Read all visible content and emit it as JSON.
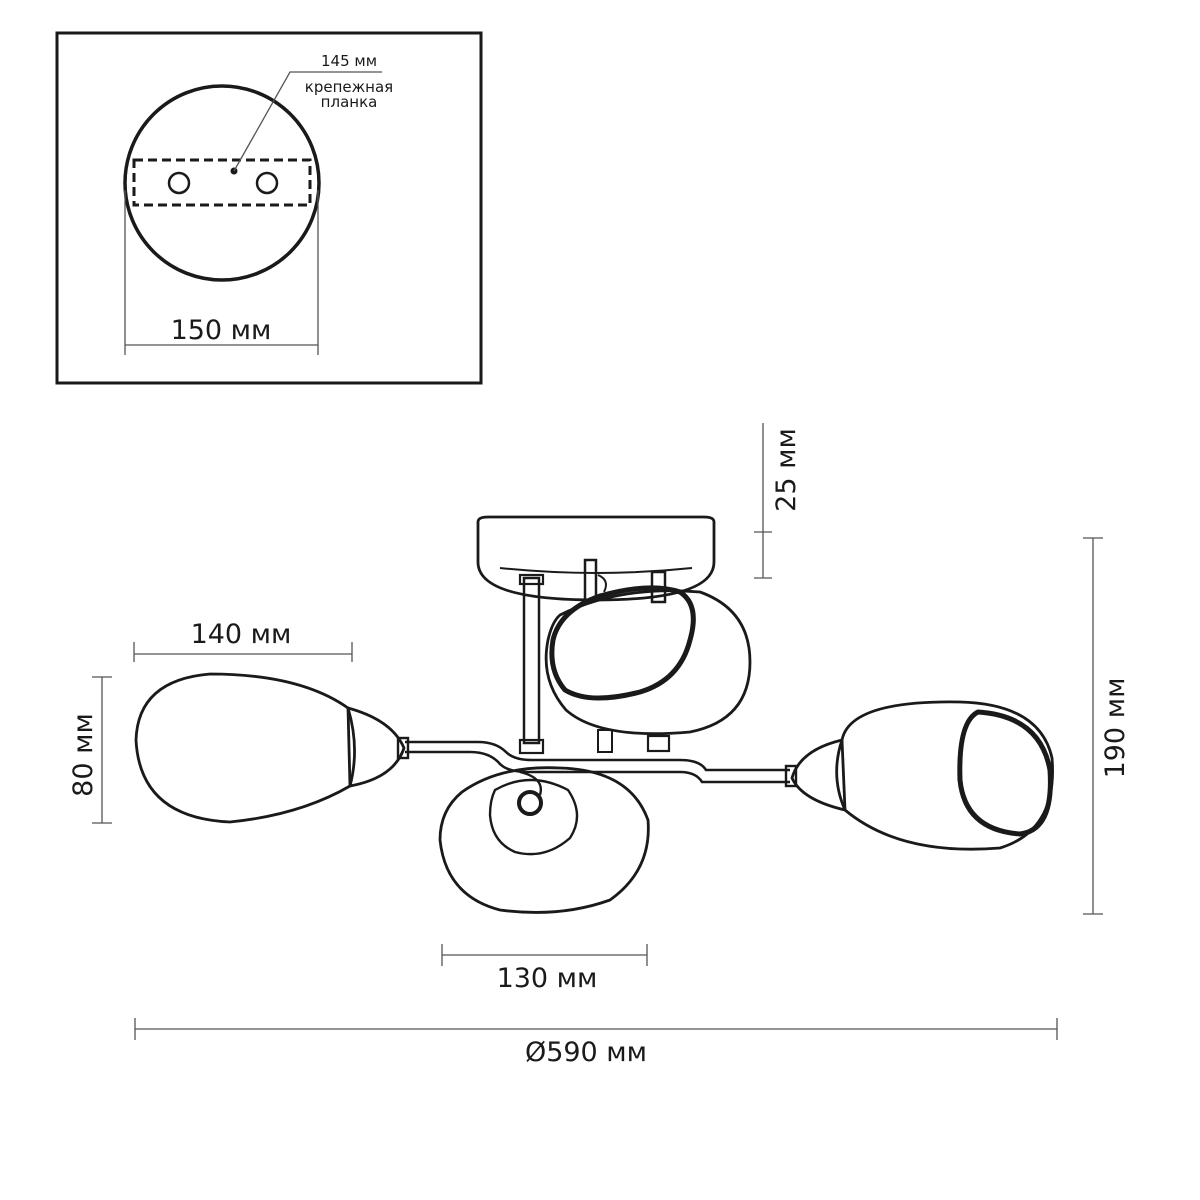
{
  "inset": {
    "plate_label": "145 мм",
    "plate_caption_line1": "крепежная",
    "plate_caption_line2": "планка",
    "base_diameter_label": "150 мм"
  },
  "dimensions": {
    "canopy_height": "25 мм",
    "total_height": "190 мм",
    "shade_length": "140 мм",
    "shade_height": "80 мм",
    "shade_width": "130 мм",
    "total_diameter": "Ø590 мм"
  },
  "colors": {
    "line": "#1a1a1a",
    "dimension": "#555555",
    "background": "#ffffff"
  }
}
